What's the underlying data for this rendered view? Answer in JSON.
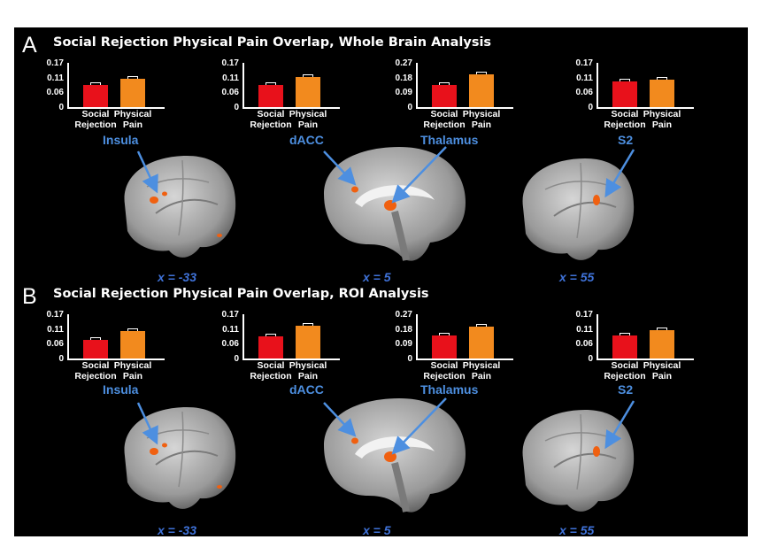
{
  "colors": {
    "background": "#000000",
    "social_rejection_bar": "#e8111b",
    "physical_pain_bar": "#f28a1e",
    "region_label": "#4d8fe0",
    "coordinate_label": "#3f72d8",
    "activation": "#f06010",
    "arrow": "#4d8fe0"
  },
  "category_labels": {
    "social_rejection": [
      "Social",
      "Rejection"
    ],
    "physical_pain": [
      "Physical",
      "Pain"
    ]
  },
  "panels": [
    {
      "letter": "A",
      "title": "Social Rejection Physical Pain Overlap, Whole Brain Analysis",
      "coordinates": [
        "x = -33",
        "x = 5",
        "x = 55"
      ],
      "charts": [
        {
          "region": "Insula",
          "ticks": [
            "0.17",
            "0.11",
            "0.06",
            "0"
          ],
          "ymax": 0.17,
          "values": [
            0.085,
            0.11
          ],
          "errors": [
            0.01,
            0.01
          ]
        },
        {
          "region": "dACC",
          "ticks": [
            "0.17",
            "0.11",
            "0.06",
            "0"
          ],
          "ymax": 0.17,
          "values": [
            0.085,
            0.115
          ],
          "errors": [
            0.01,
            0.01
          ]
        },
        {
          "region": "Thalamus",
          "ticks": [
            "0.27",
            "0.18",
            "0.09",
            "0"
          ],
          "ymax": 0.27,
          "values": [
            0.135,
            0.2
          ],
          "errors": [
            0.015,
            0.015
          ]
        },
        {
          "region": "S2",
          "ticks": [
            "0.17",
            "0.11",
            "0.06",
            "0"
          ],
          "ymax": 0.17,
          "values": [
            0.1,
            0.105
          ],
          "errors": [
            0.01,
            0.01
          ]
        }
      ]
    },
    {
      "letter": "B",
      "title": "Social Rejection Physical Pain Overlap, ROI Analysis",
      "coordinates": [
        "x = -33",
        "x = 5",
        "x = 55"
      ],
      "charts": [
        {
          "region": "Insula",
          "ticks": [
            "0.17",
            "0.11",
            "0.06",
            "0"
          ],
          "ymax": 0.17,
          "values": [
            0.07,
            0.105
          ],
          "errors": [
            0.01,
            0.01
          ]
        },
        {
          "region": "dACC",
          "ticks": [
            "0.17",
            "0.11",
            "0.06",
            "0"
          ],
          "ymax": 0.17,
          "values": [
            0.085,
            0.125
          ],
          "errors": [
            0.01,
            0.012
          ]
        },
        {
          "region": "Thalamus",
          "ticks": [
            "0.27",
            "0.18",
            "0.09",
            "0"
          ],
          "ymax": 0.27,
          "values": [
            0.14,
            0.195
          ],
          "errors": [
            0.015,
            0.015
          ]
        },
        {
          "region": "S2",
          "ticks": [
            "0.17",
            "0.11",
            "0.06",
            "0"
          ],
          "ymax": 0.17,
          "values": [
            0.09,
            0.11
          ],
          "errors": [
            0.01,
            0.01
          ]
        }
      ]
    }
  ]
}
